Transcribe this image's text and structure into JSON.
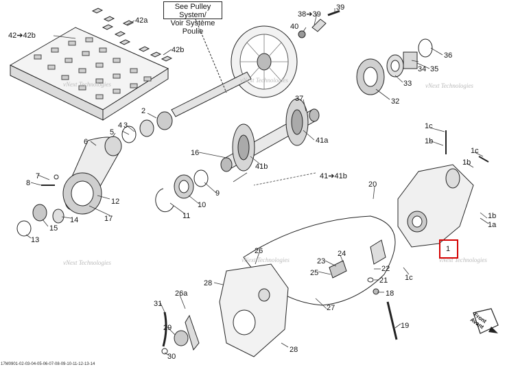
{
  "callout": {
    "line1": "See Pulley System/",
    "line2": "Voir Système Poulie"
  },
  "watermark": "vNext Technologies",
  "footer_code": "17M0901-02-03-04-05-06-07-08-09-10-11-12-13-14",
  "front": {
    "line1": "Front",
    "line2": "Avant"
  },
  "labels": {
    "l42_42b": "42➔42b",
    "l42a": "42a",
    "l42b": "42b",
    "l38_39": "38➔39",
    "l39": "39",
    "l40": "40",
    "l36": "36",
    "l35": "35",
    "l34": "34",
    "l33": "33",
    "l32": "32",
    "l37": "37",
    "l41a": "41a",
    "l41b": "41b",
    "l41_41b": "41➔41b",
    "l16": "16",
    "l2": "2",
    "l3": "3",
    "l4": "4",
    "l5": "5",
    "l6": "6",
    "l7": "7",
    "l8": "8",
    "l9": "9",
    "l10": "10",
    "l11": "11",
    "l12": "12",
    "l13": "13",
    "l14": "14",
    "l15": "15",
    "l17": "17",
    "l1c_a": "1c",
    "l1b_a": "1b",
    "l1c_b": "1c",
    "l1b_b": "1b",
    "l1b_c": "1b",
    "l1a": "1a",
    "l1": "1",
    "l1c_c": "1c",
    "l20": "20",
    "l22": "22",
    "l21": "21",
    "l18": "18",
    "l19": "19",
    "l23": "23",
    "l24": "24",
    "l25": "25",
    "l26": "26",
    "l26a": "26a",
    "l27": "27",
    "l28_a": "28",
    "l28_b": "28",
    "l29": "29",
    "l30": "30",
    "l31": "31"
  }
}
